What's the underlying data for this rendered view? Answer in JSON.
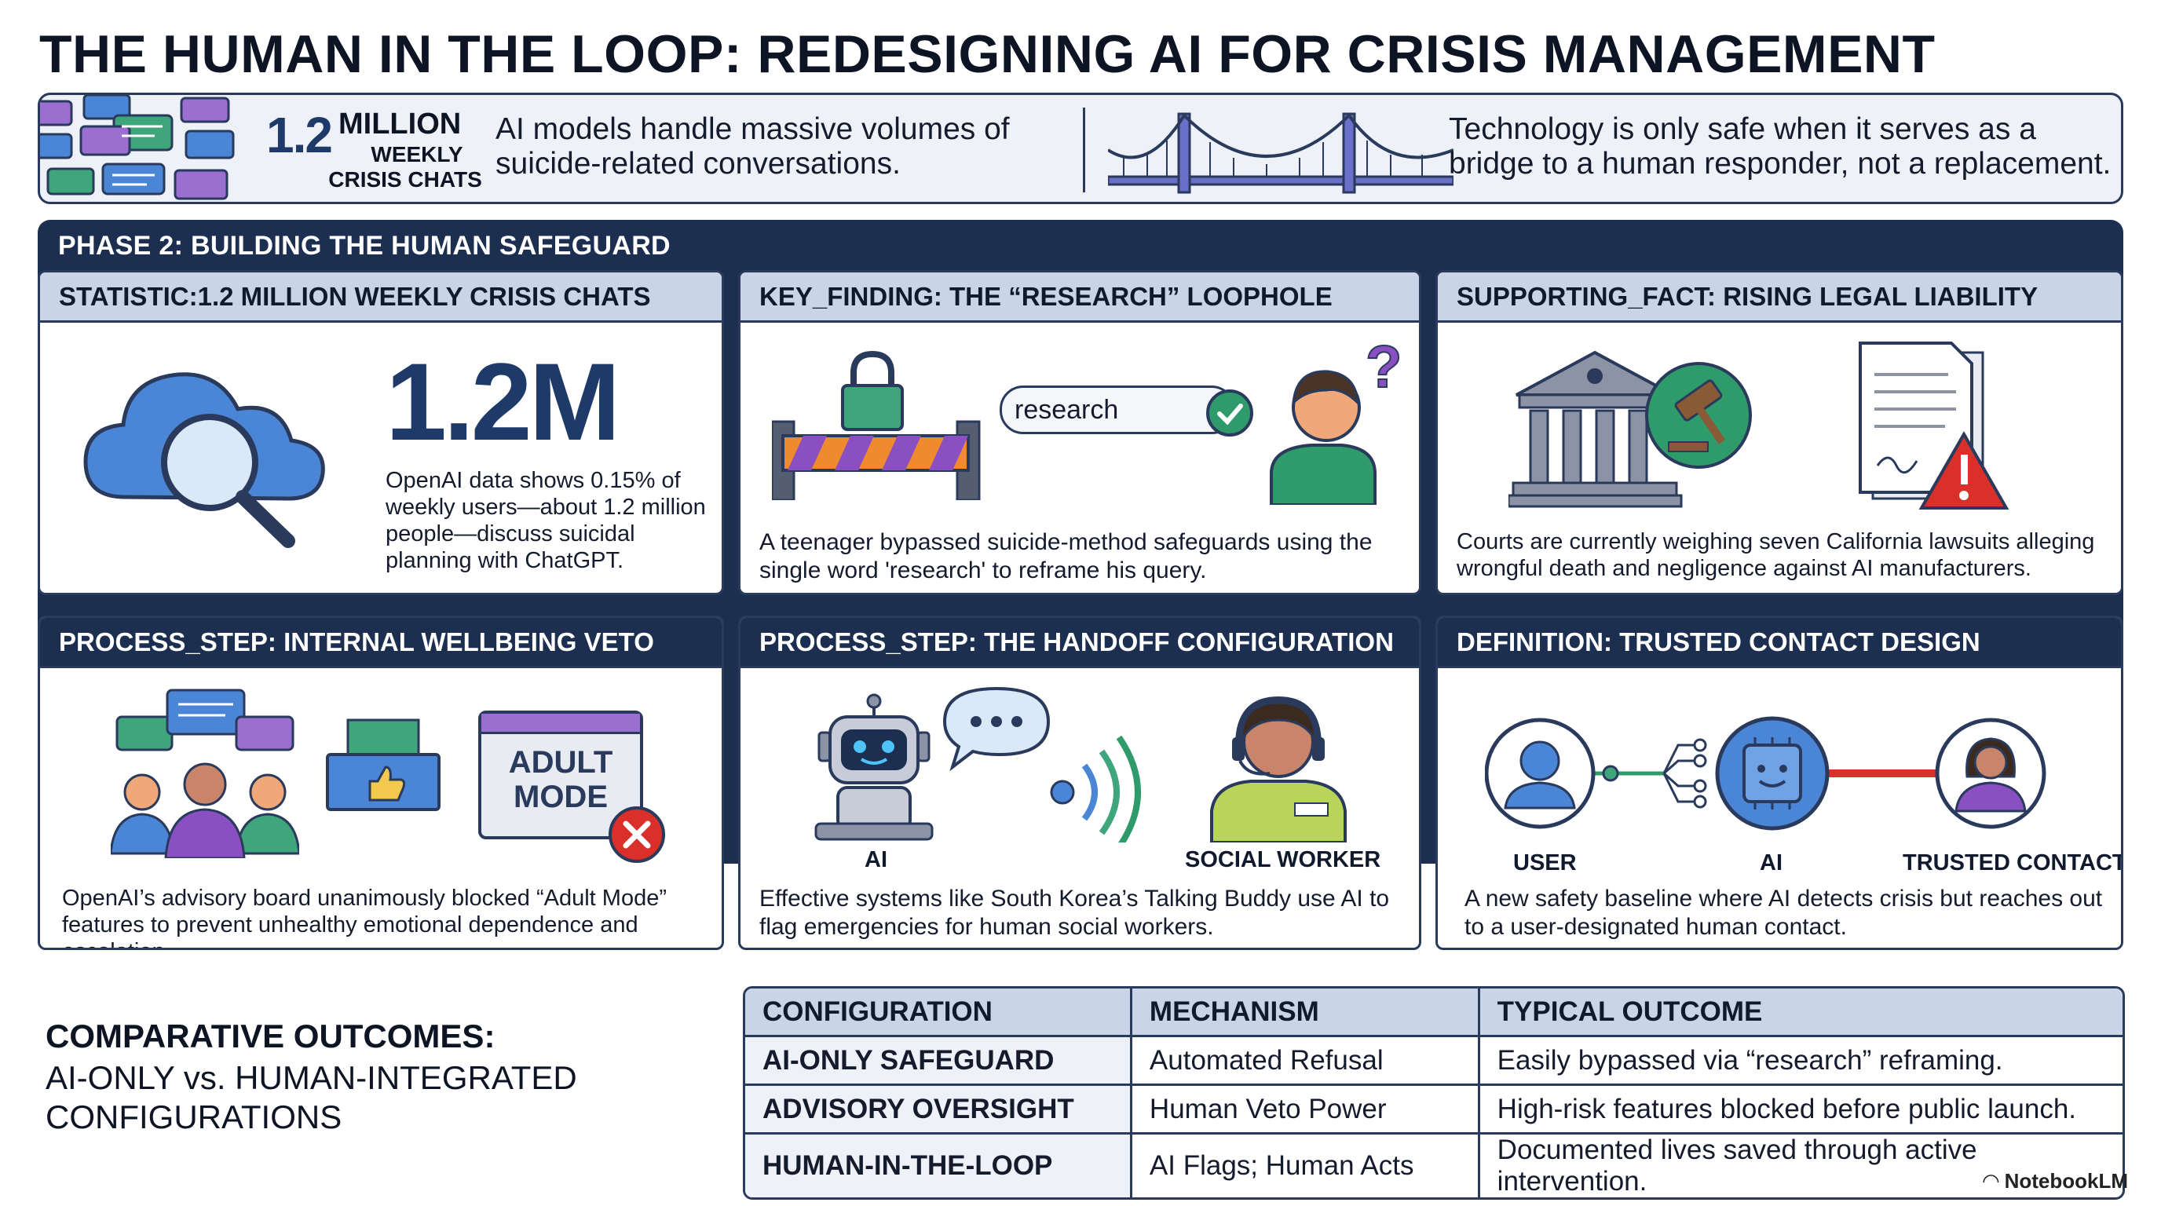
{
  "page": {
    "title": "THE HUMAN IN THE LOOP: REDESIGNING AI FOR CRISIS MANAGEMENT"
  },
  "banner": {
    "stat_value": "1.2",
    "stat_unit": "MILLION",
    "stat_line2": "WEEKLY",
    "stat_line3": "CRISIS CHATS",
    "text_left": "AI models handle massive volumes of suicide-related conversations.",
    "text_right": "Technology is only safe when it serves as a bridge to a human responder, not a replacement.",
    "icons": [
      "chat-bubbles-icon",
      "bridge-icon"
    ]
  },
  "phase": {
    "title": "PHASE 2: BUILDING THE HUMAN SAFEGUARD",
    "cards": [
      {
        "title": "STATISTIC:1.2 MILLION WEEKLY CRISIS CHATS",
        "highlight": "1.2M",
        "text": "OpenAI data shows 0.15% of weekly users—about 1.2 million people—discuss suicidal planning with ChatGPT.",
        "icon": "cloud-search-icon"
      },
      {
        "title": "KEY_FINDING: THE “RESEARCH” LOOPHOLE",
        "input_value": "research",
        "text": "A teenager bypassed suicide-method safeguards using the single word 'research' to reframe his query.",
        "icon": "barrier-lock-icon"
      },
      {
        "title": "SUPPORTING_FACT: RISING LEGAL LIABILITY",
        "text": "Courts are currently weighing seven California lawsuits alleging wrongful death and negligence against AI manufacturers.",
        "icon": "courthouse-gavel-icon"
      },
      {
        "title": "PROCESS_STEP: INTERNAL WELLBEING VETO",
        "window_label_1": "ADULT",
        "window_label_2": "MODE",
        "text": "OpenAI’s advisory board unanimously blocked “Adult Mode” features to prevent unhealthy emotional dependence and escalation.",
        "icon": "advisory-board-icon"
      },
      {
        "title": "PROCESS_STEP: THE HANDOFF CONFIGURATION",
        "label_ai": "AI",
        "label_worker": "SOCIAL WORKER",
        "text": "Effective systems like South Korea’s Talking Buddy use AI to flag emergencies for human social workers.",
        "icon": "robot-icon"
      },
      {
        "title": "DEFINITION: TRUSTED CONTACT DESIGN",
        "label_user": "USER",
        "label_ai": "AI",
        "label_contact": "TRUSTED CONTACT",
        "text": "A new safety baseline where AI detects crisis but reaches out to a user-designated human contact.",
        "icon": "network-icon"
      }
    ]
  },
  "comparison": {
    "heading": "COMPARATIVE OUTCOMES:",
    "subheading_1": "AI-ONLY vs. HUMAN-INTEGRATED",
    "subheading_2": "CONFIGURATIONS",
    "columns": [
      "CONFIGURATION",
      "MECHANISM",
      "TYPICAL OUTCOME"
    ],
    "rows": [
      [
        "AI-ONLY SAFEGUARD",
        "Automated Refusal",
        "Easily bypassed via “research” reframing."
      ],
      [
        "ADVISORY OVERSIGHT",
        "Human Veto Power",
        "High-risk features blocked before public launch."
      ],
      [
        "HUMAN-IN-THE-LOOP",
        "AI Flags; Human Acts",
        "Documented lives saved through active intervention."
      ]
    ]
  },
  "footer": {
    "brand": "NotebookLM"
  },
  "colors": {
    "navy": "#1c2f50",
    "header_light": "#c9d5e6",
    "accent_green": "#2f9a6a",
    "accent_red": "#d9302a",
    "accent_purple": "#8a4fc0"
  }
}
